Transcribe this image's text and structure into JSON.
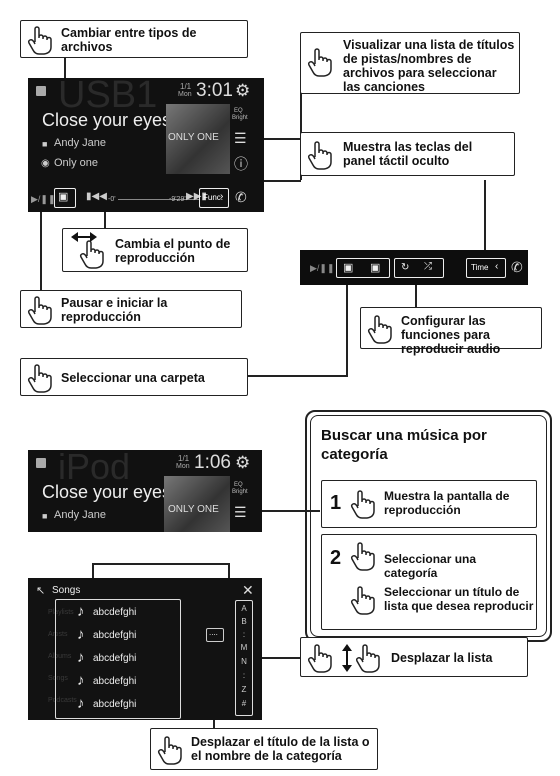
{
  "callouts": {
    "switch_file_types": "Cambiar entre tipos de archivos",
    "view_track_list": "Visualizar una lista de títulos de pistas/nombres de archivos para seleccionar las canciones",
    "show_hidden_keys": "Muestra las teclas del panel táctil oculto",
    "change_playback_point": "Cambia el punto de reproducción",
    "pause_play": "Pausar e iniciar la reproducción",
    "configure_audio": "Configurar las funciones para reproducir audio",
    "select_folder": "Seleccionar una carpeta",
    "scroll_list": "Desplazar la lista",
    "scroll_title": "Desplazar el título de la lista o el nombre de la categoría"
  },
  "search_panel": {
    "title": "Buscar una música por categoría",
    "step1_num": "1",
    "step1_text": "Muestra la pantalla de reproducción",
    "step2_num": "2",
    "step2_text_a": "Seleccionar una categoría",
    "step2_text_b": "Seleccionar un título de lista que desea reproducir"
  },
  "usb_screen": {
    "source_watermark": "USB1",
    "track_title": "Close your eyes",
    "artist": "Andy Jane",
    "album": "Only one",
    "date_top": "1/1",
    "date_bottom": "Mon",
    "time": "3:01",
    "elapsed": "-0'",
    "remaining": "-9'29\"",
    "album_art_text": "ONLY ONE",
    "func_label": "Func.",
    "eq_line1": "EQ",
    "eq_line2": "Bright"
  },
  "func_bar": {
    "time_label": "Time"
  },
  "ipod_screen": {
    "source_watermark": "iPod",
    "track_title": "Close your eyes",
    "artist": "Andy Jane",
    "date_top": "1/1",
    "date_bottom": "Mon",
    "time": "1:06",
    "album_art_text": "ONLY ONE",
    "eq_line1": "EQ",
    "eq_line2": "Bright"
  },
  "list_screen": {
    "header": "Songs",
    "categories": [
      "Playlists",
      "Artists",
      "Albums",
      "Songs",
      "Podcasts"
    ],
    "items": [
      "abcdefghi",
      "abcdefghi",
      "abcdefghi",
      "abcdefghi",
      "abcdefghi"
    ],
    "more_label": "....",
    "alphabet": [
      "A",
      "B",
      ":",
      "M",
      "N",
      ":",
      "Z",
      "#"
    ]
  }
}
